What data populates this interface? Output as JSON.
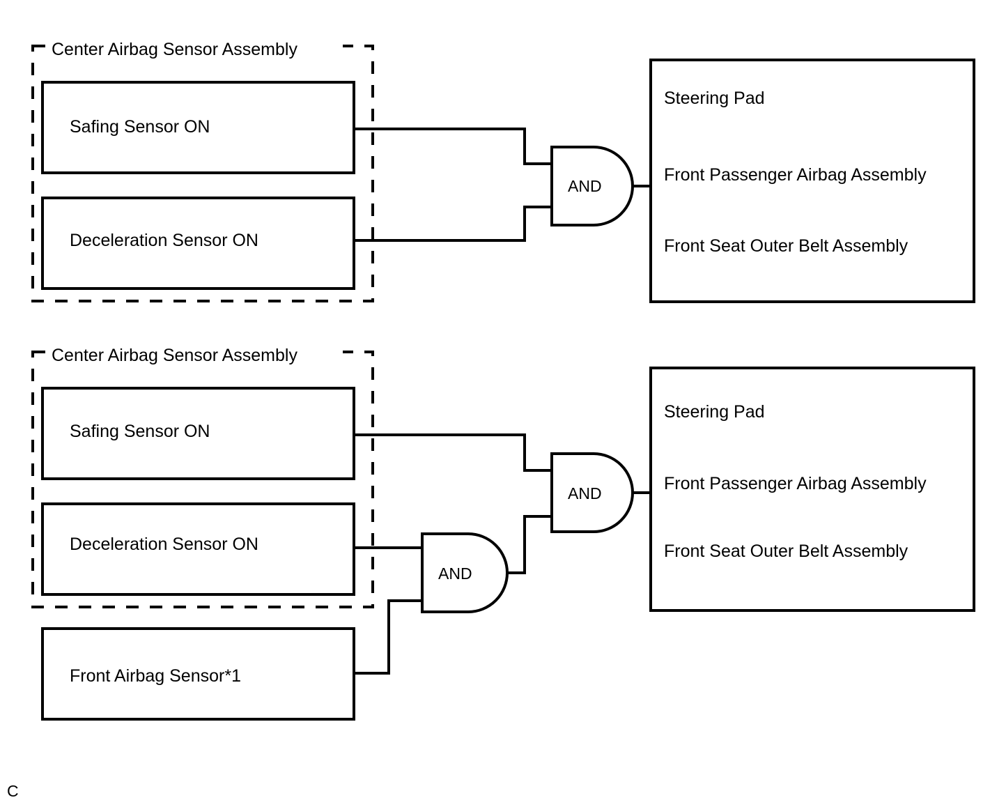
{
  "page": {
    "corner_mark": "C",
    "line_color": "#000000",
    "background_color": "#ffffff"
  },
  "diagrams": [
    {
      "id": "upper",
      "group": {
        "label": "Center Airbag Sensor Assembly",
        "members": [
          {
            "label": "Safing Sensor ON"
          },
          {
            "label": "Deceleration Sensor ON"
          }
        ]
      },
      "external_inputs": [],
      "gates": [
        {
          "id": "upper-and",
          "label": "AND",
          "inputs": [
            "Safing Sensor ON",
            "Deceleration Sensor ON"
          ]
        }
      ],
      "output_box": {
        "items": [
          "Steering Pad",
          "Front Passenger Airbag Assembly",
          "Front Seat Outer Belt Assembly"
        ]
      }
    },
    {
      "id": "lower",
      "group": {
        "label": "Center Airbag Sensor Assembly",
        "members": [
          {
            "label": "Safing Sensor ON"
          },
          {
            "label": "Deceleration Sensor ON"
          }
        ]
      },
      "external_inputs": [
        {
          "label": "Front Airbag Sensor*1"
        }
      ],
      "gates": [
        {
          "id": "lower-and-1",
          "label": "AND",
          "inputs": [
            "Deceleration Sensor ON",
            "Front Airbag Sensor*1"
          ]
        },
        {
          "id": "lower-and-2",
          "label": "AND",
          "inputs": [
            "Safing Sensor ON",
            "lower-and-1"
          ]
        }
      ],
      "output_box": {
        "items": [
          "Steering Pad",
          "Front Passenger Airbag Assembly",
          "Front Seat Outer Belt Assembly"
        ]
      }
    }
  ]
}
